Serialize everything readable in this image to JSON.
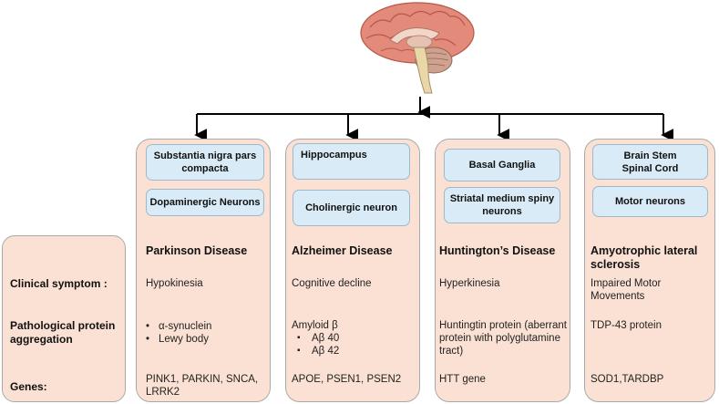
{
  "row_labels": {
    "clinical": "Clinical symptom :",
    "pathological": "Pathological protein aggregation",
    "genes": "Genes:"
  },
  "columns": [
    {
      "region": "Substantia nigra pars compacta",
      "neuron": "Dopaminergic Neurons",
      "disease": "Parkinson Disease",
      "symptom": "Hypokinesia",
      "proteins": [
        "α-synuclein",
        "Lewy body"
      ],
      "genes": "PINK1, PARKIN, SNCA, LRRK2"
    },
    {
      "region": "Hippocampus",
      "neuron": "Cholinergic neuron",
      "disease": "Alzheimer Disease",
      "symptom": "Cognitive decline",
      "protein_title": "Amyloid β",
      "proteins": [
        "Aβ 40",
        "Aβ 42"
      ],
      "genes": "APOE, PSEN1, PSEN2"
    },
    {
      "region": "Basal Ganglia",
      "neuron": "Striatal medium spiny neurons",
      "disease": "Huntington’s Disease",
      "symptom": "Hyperkinesia",
      "protein_text": "Huntingtin protein (aberrant protein with polyglutamine tract)",
      "genes": "HTT gene"
    },
    {
      "region": "Brain Stem Spinal Cord",
      "neuron": "Motor neurons",
      "disease": "Amyotrophic lateral sclerosis",
      "symptom": "Impaired Motor Movements",
      "protein_text": "TDP-43 protein",
      "genes": "SOD1,TARDBP"
    }
  ],
  "colors": {
    "panel": "#fbe1d3",
    "box": "#d8ebf6",
    "brain": "#e48a7a"
  },
  "icons": [
    "brain-icon"
  ]
}
